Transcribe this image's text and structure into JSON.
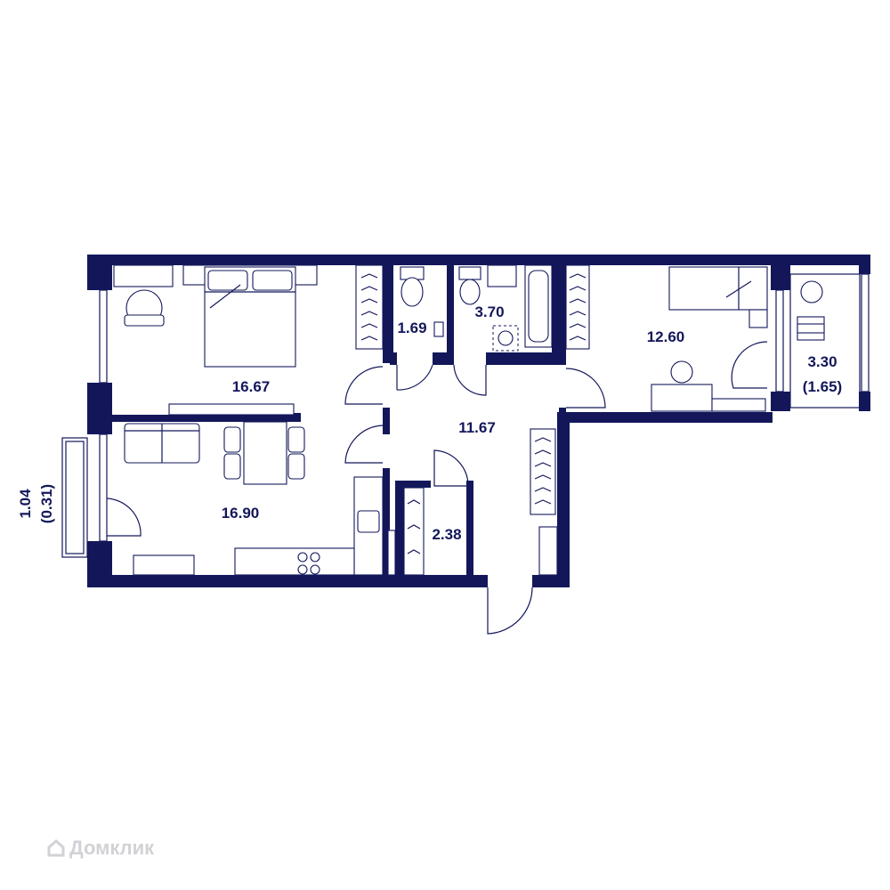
{
  "rooms": [
    {
      "id": "bedroom",
      "area": "16.67"
    },
    {
      "id": "wc",
      "area": "1.69"
    },
    {
      "id": "bathroom",
      "area": "3.70"
    },
    {
      "id": "bedroom-2",
      "area": "12.60"
    },
    {
      "id": "balcony",
      "area": "3.30",
      "area_reduced": "(1.65)"
    },
    {
      "id": "hall",
      "area": "11.67"
    },
    {
      "id": "kitchen-living",
      "area": "16.90"
    },
    {
      "id": "wardrobe",
      "area": "2.38"
    },
    {
      "id": "loggia",
      "area": "1.04",
      "area_reduced": "(0.31)"
    }
  ],
  "watermark": {
    "text": "Домклик"
  },
  "colors": {
    "wall": "#13175a",
    "watermark": "#d2d2d6"
  }
}
